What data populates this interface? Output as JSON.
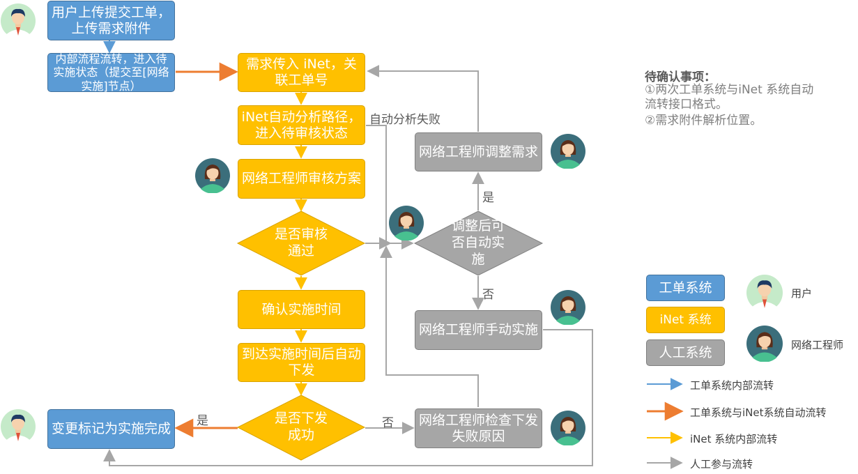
{
  "colors": {
    "work_order": "#5b9bd5",
    "inet": "#ffc000",
    "manual": "#a6a6a6",
    "auto_flow": "#ed7d31"
  },
  "nodes": {
    "user_submit": "用户上传提交工单，上传需求附件",
    "internal_flow": "内部流程流转，进入待实施状态（提交至[网络实施]节点）",
    "inet_import": "需求传入 iNet，关联工单号",
    "inet_analyze": "iNet自动分析路径，进入待审核状态",
    "engineer_review": "网络工程师审核方案",
    "review_pass": "是否审核通过",
    "confirm_time": "确认实施时间",
    "auto_deliver": "到达实施时间后自动下发",
    "deliver_success": "是否下发成功",
    "mark_done": "变更标记为实施完成",
    "engineer_check": "网络工程师检查下发失败原因",
    "auto_possible": "调整后可否自动实施",
    "engineer_adjust": "网络工程师调整需求",
    "engineer_manual": "网络工程师手动实施"
  },
  "labels": {
    "analyze_fail": "自动分析失败",
    "yes": "是",
    "no": "否"
  },
  "notes": {
    "title": "待确认事项：",
    "item1": "①两次工单系统与iNet 系统自动流转接口格式。",
    "item2": "②需求附件解析位置。"
  },
  "legend": {
    "work_order_system": "工单系统",
    "inet_system": "iNet 系统",
    "manual_system": "人工系统",
    "user": "用户",
    "engineer": "网络工程师",
    "flow_work_order": "工单系统内部流转",
    "flow_auto": "工单系统与iNet系统自动流转",
    "flow_inet": "iNet 系统内部流转",
    "flow_manual": "人工参与流转"
  },
  "icons": {
    "user": "user-avatar-icon",
    "engineer": "engineer-avatar-icon"
  }
}
